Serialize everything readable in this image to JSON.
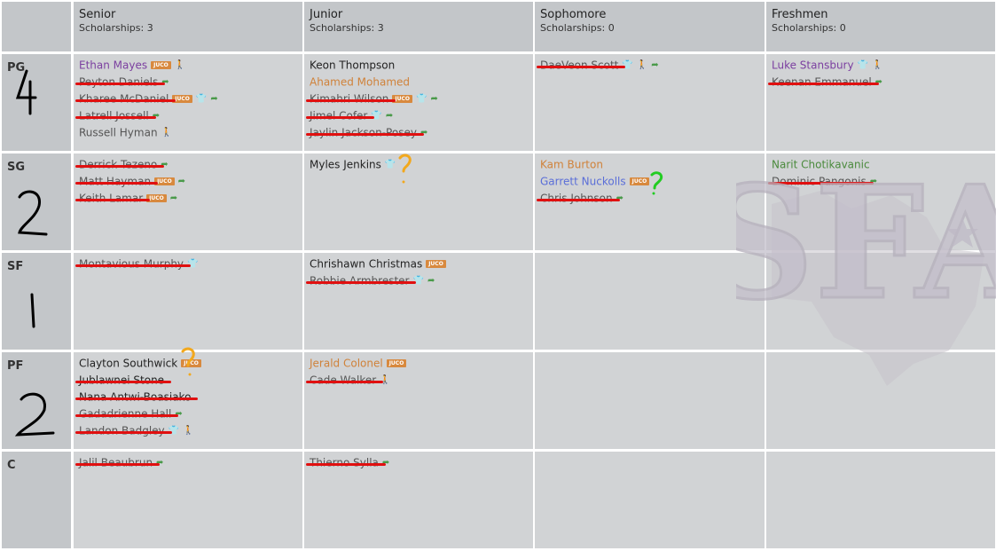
{
  "columns": [
    {
      "title": "Senior",
      "scholarships": "Scholarships: 3"
    },
    {
      "title": "Junior",
      "scholarships": "Scholarships: 3"
    },
    {
      "title": "Sophomore",
      "scholarships": "Scholarships: 0"
    },
    {
      "title": "Freshmen",
      "scholarships": "Scholarships: 0"
    }
  ],
  "positions": [
    "PG",
    "SG",
    "SF",
    "PF",
    "C"
  ],
  "annotations": {
    "PG": "4",
    "SG": "2",
    "SF": "1",
    "PF": "2",
    "question_mark": "?"
  },
  "watermark": "SFA",
  "players": [
    {
      "name": "Ethan Mayes",
      "pos": 0,
      "col": 0,
      "row": 0,
      "color": "purple",
      "icons": [
        "juco",
        "walk"
      ],
      "struck": false
    },
    {
      "name": "Peyton Daniels",
      "pos": 0,
      "col": 0,
      "row": 1,
      "color": "grey",
      "icons": [
        "arrow"
      ],
      "struck": true
    },
    {
      "name": "Kharee McDaniel",
      "pos": 0,
      "col": 0,
      "row": 2,
      "color": "grey",
      "icons": [
        "juco",
        "shirt",
        "arrow"
      ],
      "struck": true
    },
    {
      "name": "Latrell Jossell",
      "pos": 0,
      "col": 0,
      "row": 3,
      "color": "grey",
      "icons": [
        "arrow"
      ],
      "struck": true
    },
    {
      "name": "Russell Hyman",
      "pos": 0,
      "col": 0,
      "row": 4,
      "color": "grey",
      "icons": [
        "walk"
      ],
      "struck": false
    },
    {
      "name": "Keon Thompson",
      "pos": 0,
      "col": 1,
      "row": 0,
      "color": "default",
      "icons": [],
      "struck": false
    },
    {
      "name": "Ahamed Mohamed",
      "pos": 0,
      "col": 1,
      "row": 1,
      "color": "orange",
      "icons": [],
      "struck": false
    },
    {
      "name": "Kimahri Wilson",
      "pos": 0,
      "col": 1,
      "row": 2,
      "color": "grey",
      "icons": [
        "juco",
        "shirt",
        "arrow"
      ],
      "struck": true
    },
    {
      "name": "Jimel Cofer",
      "pos": 0,
      "col": 1,
      "row": 3,
      "color": "grey",
      "icons": [
        "shirt",
        "arrow"
      ],
      "struck": true
    },
    {
      "name": "Jaylin Jackson-Posey",
      "pos": 0,
      "col": 1,
      "row": 4,
      "color": "grey",
      "icons": [
        "arrow"
      ],
      "struck": true
    },
    {
      "name": "DaeVeon Scott",
      "pos": 0,
      "col": 2,
      "row": 0,
      "color": "grey",
      "icons": [
        "shirt",
        "walk",
        "arrow"
      ],
      "struck": true
    },
    {
      "name": "Luke Stansbury",
      "pos": 0,
      "col": 3,
      "row": 0,
      "color": "purple",
      "icons": [
        "shirt",
        "walk"
      ],
      "struck": false
    },
    {
      "name": "Keenan Emmanuel",
      "pos": 0,
      "col": 3,
      "row": 1,
      "color": "grey",
      "icons": [
        "arrow"
      ],
      "struck": true
    },
    {
      "name": "Derrick Tezeno",
      "pos": 1,
      "col": 0,
      "row": 0,
      "color": "grey",
      "icons": [
        "arrow"
      ],
      "struck": true
    },
    {
      "name": "Matt Hayman",
      "pos": 1,
      "col": 0,
      "row": 1,
      "color": "grey",
      "icons": [
        "juco",
        "arrow"
      ],
      "struck": true
    },
    {
      "name": "Keith Lamar",
      "pos": 1,
      "col": 0,
      "row": 2,
      "color": "grey",
      "icons": [
        "juco",
        "arrow"
      ],
      "struck": true
    },
    {
      "name": "Myles Jenkins",
      "pos": 1,
      "col": 1,
      "row": 0,
      "color": "default",
      "icons": [
        "shirt"
      ],
      "struck": false
    },
    {
      "name": "Kam Burton",
      "pos": 1,
      "col": 2,
      "row": 0,
      "color": "orange",
      "icons": [],
      "struck": false
    },
    {
      "name": "Garrett Nuckolls",
      "pos": 1,
      "col": 2,
      "row": 1,
      "color": "blue",
      "icons": [
        "juco"
      ],
      "struck": false
    },
    {
      "name": "Chris Johnson",
      "pos": 1,
      "col": 2,
      "row": 2,
      "color": "grey",
      "icons": [
        "arrow"
      ],
      "struck": true
    },
    {
      "name": "Narit Chotikavanic",
      "pos": 1,
      "col": 3,
      "row": 0,
      "color": "green",
      "icons": [],
      "struck": false
    },
    {
      "name": "Dominic Pangonis",
      "pos": 1,
      "col": 3,
      "row": 1,
      "color": "grey",
      "icons": [
        "arrow"
      ],
      "struck": true
    },
    {
      "name": "Montavious Murphy",
      "pos": 2,
      "col": 0,
      "row": 0,
      "color": "grey",
      "icons": [
        "shirt"
      ],
      "struck": true
    },
    {
      "name": "Chrishawn Christmas",
      "pos": 2,
      "col": 1,
      "row": 0,
      "color": "default",
      "icons": [
        "juco"
      ],
      "struck": false
    },
    {
      "name": "Robbie Armbrester",
      "pos": 2,
      "col": 1,
      "row": 1,
      "color": "grey",
      "icons": [
        "shirt",
        "arrow"
      ],
      "struck": true
    },
    {
      "name": "Clayton Southwick",
      "pos": 3,
      "col": 0,
      "row": 0,
      "color": "default",
      "icons": [
        "juco"
      ],
      "struck": false
    },
    {
      "name": "Jublawnei Stone",
      "pos": 3,
      "col": 0,
      "row": 1,
      "color": "default",
      "icons": [],
      "struck": true
    },
    {
      "name": "Nana Antwi-Boasiako",
      "pos": 3,
      "col": 0,
      "row": 2,
      "color": "default",
      "icons": [],
      "struck": true
    },
    {
      "name": "Gadadrienne Hall",
      "pos": 3,
      "col": 0,
      "row": 3,
      "color": "grey",
      "icons": [
        "arrow"
      ],
      "struck": true
    },
    {
      "name": "Landon Badgley",
      "pos": 3,
      "col": 0,
      "row": 4,
      "color": "grey",
      "icons": [
        "shirt",
        "walk"
      ],
      "struck": true
    },
    {
      "name": "Jerald Colonel",
      "pos": 3,
      "col": 1,
      "row": 0,
      "color": "orange",
      "icons": [
        "juco"
      ],
      "struck": false
    },
    {
      "name": "Cade Walker",
      "pos": 3,
      "col": 1,
      "row": 1,
      "color": "grey",
      "icons": [
        "walk"
      ],
      "struck": true
    },
    {
      "name": "Jalil Beaubrun",
      "pos": 4,
      "col": 0,
      "row": 0,
      "color": "grey",
      "icons": [
        "arrow"
      ],
      "struck": true
    },
    {
      "name": "Thierno Sylla",
      "pos": 4,
      "col": 1,
      "row": 0,
      "color": "grey",
      "icons": [
        "arrow"
      ],
      "struck": true
    }
  ],
  "icon_glyphs": {
    "shirt": "👕",
    "arrow": "➦",
    "walk": "🚶",
    "juco_label": "JUCO"
  }
}
